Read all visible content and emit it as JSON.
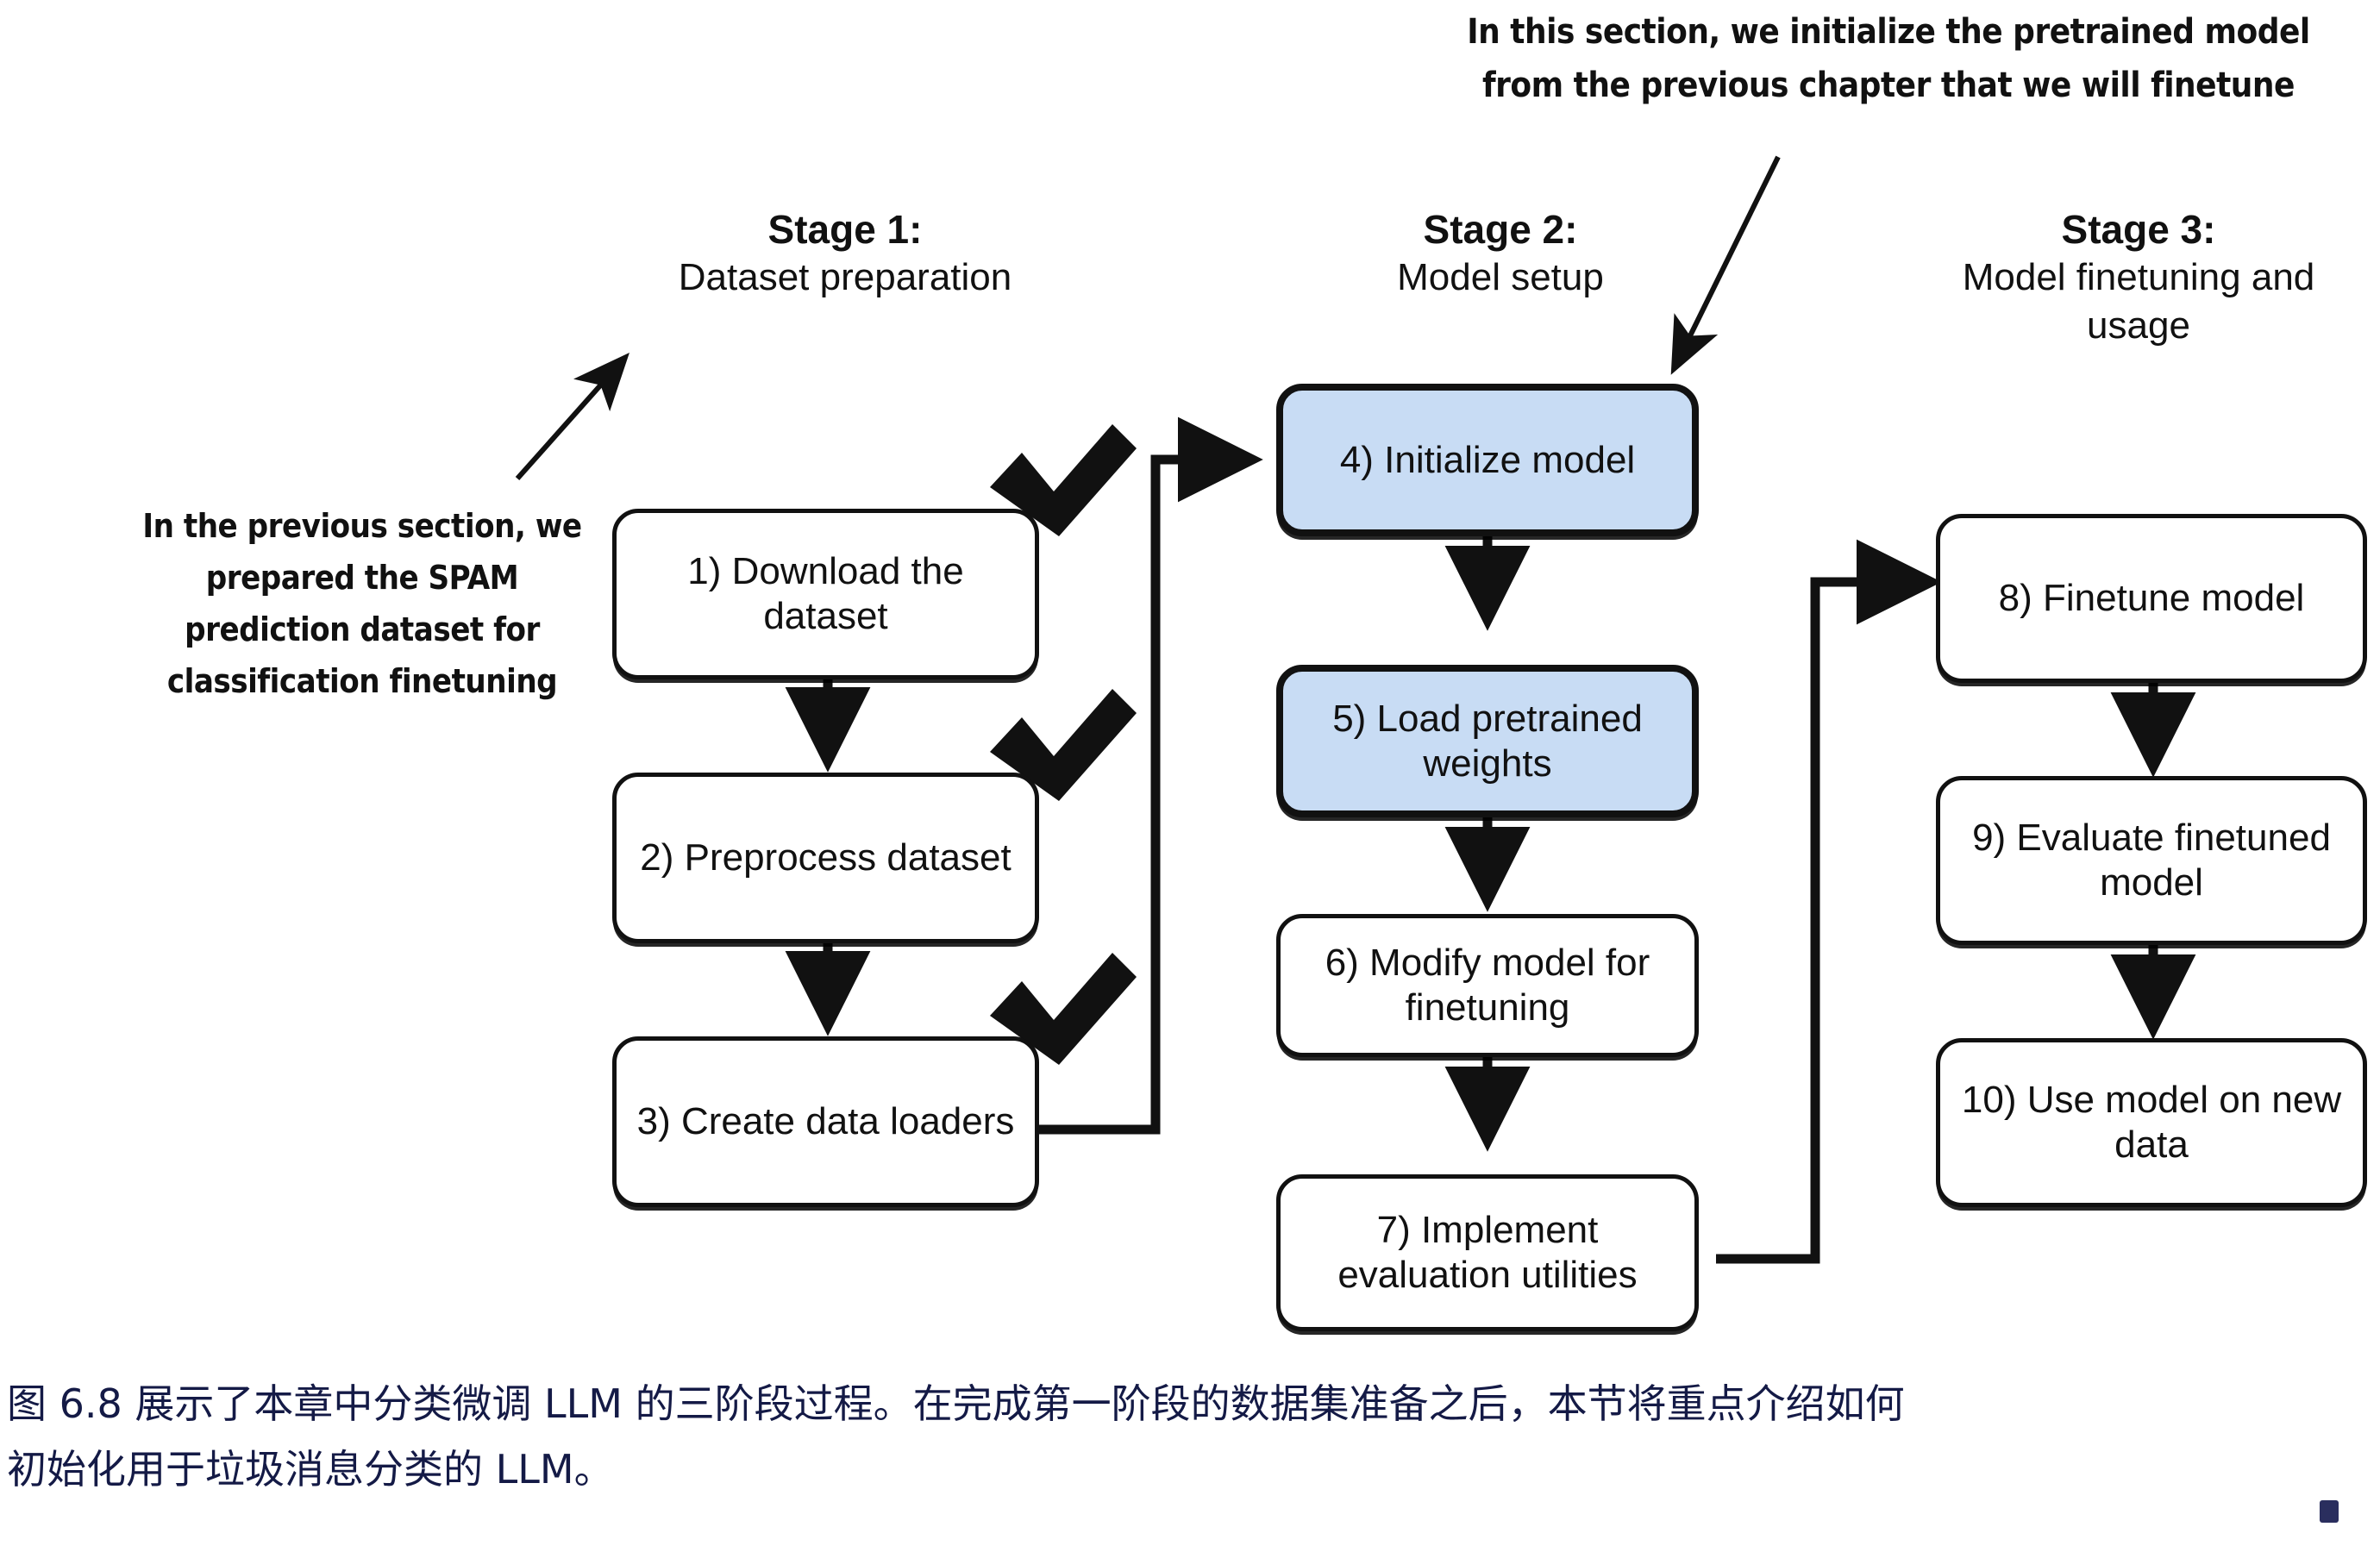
{
  "annotations": {
    "top": "In this section, we initialize the pretrained model from the previous chapter that we will finetune",
    "left": "In the previous section, we prepared the SPAM prediction dataset for classification finetuning"
  },
  "stages": [
    {
      "id": "stage-1",
      "label": "Stage 1:",
      "subtitle": "Dataset preparation"
    },
    {
      "id": "stage-2",
      "label": "Stage 2:",
      "subtitle": "Model setup"
    },
    {
      "id": "stage-3",
      "label": "Stage 3:",
      "subtitle": "Model finetuning and usage"
    }
  ],
  "steps": {
    "s1": "1) Download the dataset",
    "s2": "2) Preprocess dataset",
    "s3": "3) Create data loaders",
    "s4": "4) Initialize model",
    "s5": "5) Load pretrained weights",
    "s6": "6) Modify model for finetuning",
    "s7": "7) Implement evaluation utilities",
    "s8": "8) Finetune model",
    "s9": "9) Evaluate finetuned model",
    "s10": "10) Use model on new data"
  },
  "caption": {
    "line1": "图 6.8 展示了本章中分类微调 LLM 的三阶段过程。在完成第一阶段的数据集准备之后，本节将重点介绍如何",
    "line2": "初始化用于垃圾消息分类的 LLM。"
  },
  "colors": {
    "highlight_fill": "#c8dcf4",
    "stroke": "#111111",
    "caption_text": "#141a46",
    "background": "#ffffff"
  },
  "chart_data": {
    "type": "diagram",
    "title": "Three-stage process for classification finetuning an LLM",
    "completed_markers": [
      "1) Download the dataset",
      "2) Preprocess dataset",
      "3) Create data loaders"
    ],
    "highlighted_steps": [
      "4) Initialize model",
      "5) Load pretrained weights"
    ],
    "edges": [
      {
        "from": "1) Download the dataset",
        "to": "2) Preprocess dataset"
      },
      {
        "from": "2) Preprocess dataset",
        "to": "3) Create data loaders"
      },
      {
        "from": "3) Create data loaders",
        "to": "4) Initialize model"
      },
      {
        "from": "4) Initialize model",
        "to": "5) Load pretrained weights"
      },
      {
        "from": "5) Load pretrained weights",
        "to": "6) Modify model for finetuning"
      },
      {
        "from": "6) Modify model for finetuning",
        "to": "7) Implement evaluation utilities"
      },
      {
        "from": "7) Implement evaluation utilities",
        "to": "8) Finetune model"
      },
      {
        "from": "8) Finetune model",
        "to": "9) Evaluate finetuned model"
      },
      {
        "from": "9) Evaluate finetuned model",
        "to": "10) Use model on new data"
      }
    ]
  }
}
